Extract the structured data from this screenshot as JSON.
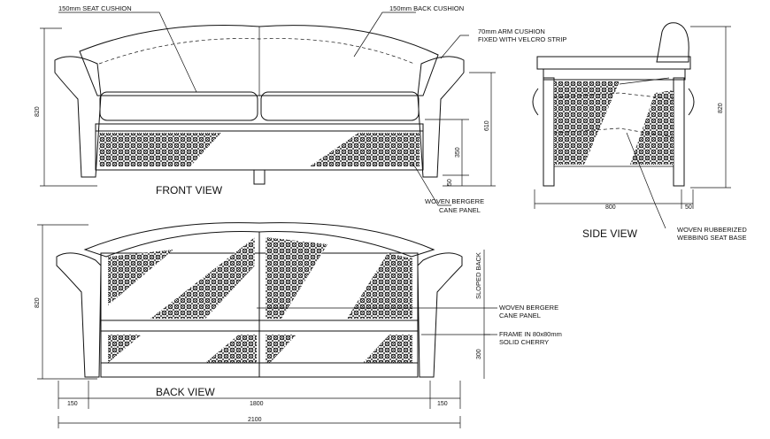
{
  "views": {
    "front": "FRONT VIEW",
    "side": "SIDE VIEW",
    "back": "BACK VIEW"
  },
  "labels": {
    "seat_cushion": "150mm SEAT CUSHION",
    "back_cushion": "150mm BACK CUSHION",
    "arm_cushion_1": "70mm ARM CUSHION",
    "arm_cushion_2": "FIXED WITH VELCRO STRIP",
    "cane_front_1": "WOVEN BERGERE",
    "cane_front_2": "CANE PANEL",
    "webbing_1": "WOVEN RUBBERIZED",
    "webbing_2": "WEBBING SEAT BASE",
    "sloped_back": "SLOPED BACK",
    "cane_back_1": "WOVEN BERGERE",
    "cane_back_2": "CANE PANEL",
    "frame_1": "FRAME IN 80x80mm",
    "frame_2": "SOLID CHERRY"
  },
  "dimensions": {
    "front_height": "820",
    "front_arm": "610",
    "front_seat": "350",
    "front_leg": "50",
    "side_height": "820",
    "side_depth": "800",
    "side_leg": "50",
    "back_height": "820",
    "back_rail": "300",
    "back_left": "150",
    "back_mid": "1800",
    "back_right": "150",
    "back_total": "2100"
  },
  "colors": {
    "line": "#111111",
    "background": "#ffffff"
  }
}
